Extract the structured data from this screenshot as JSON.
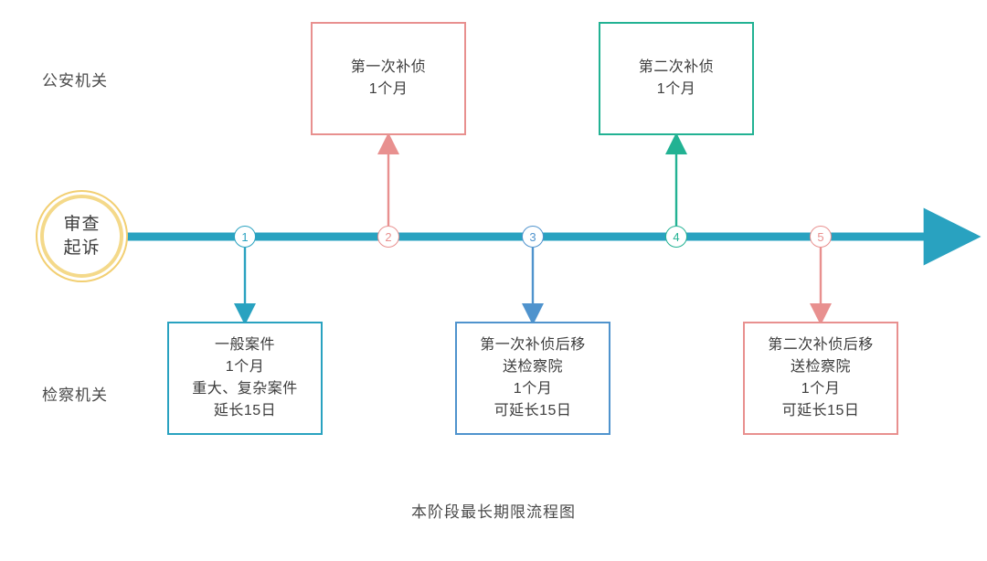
{
  "diagram": {
    "caption": "本阶段最长期限流程图",
    "start_node": {
      "line1": "审查",
      "line2": "起诉",
      "ring_color": "#f2cf72"
    },
    "timeline": {
      "color": "#29a2c0",
      "arrow_direction": "right"
    },
    "roles": {
      "top_label": "公安机关",
      "bottom_label": "检察机关"
    },
    "markers": [
      {
        "number": "1",
        "color": "#29a2c0",
        "direction": "down"
      },
      {
        "number": "2",
        "color": "#e8908f",
        "direction": "up"
      },
      {
        "number": "3",
        "color": "#4f93cd",
        "direction": "down"
      },
      {
        "number": "4",
        "color": "#22b293",
        "direction": "up"
      },
      {
        "number": "5",
        "color": "#e8908f",
        "direction": "down"
      }
    ],
    "boxes": {
      "top": [
        {
          "id": "first-supplementary-investigation",
          "color": "#e8908f",
          "lines": [
            "第一次补侦",
            "1个月"
          ]
        },
        {
          "id": "second-supplementary-investigation",
          "color": "#22b293",
          "lines": [
            "第二次补侦",
            "1个月"
          ]
        }
      ],
      "bottom": [
        {
          "id": "general-case",
          "color": "#29a2c0",
          "lines": [
            "一般案件",
            "1个月",
            "重大、复杂案件",
            "延长15日"
          ]
        },
        {
          "id": "after-first-supplementary",
          "color": "#4f93cd",
          "lines": [
            "第一次补侦后移",
            "送检察院",
            "1个月",
            "可延长15日"
          ]
        },
        {
          "id": "after-second-supplementary",
          "color": "#e8908f",
          "lines": [
            "第二次补侦后移",
            "送检察院",
            "1个月",
            "可延长15日"
          ]
        }
      ]
    }
  }
}
